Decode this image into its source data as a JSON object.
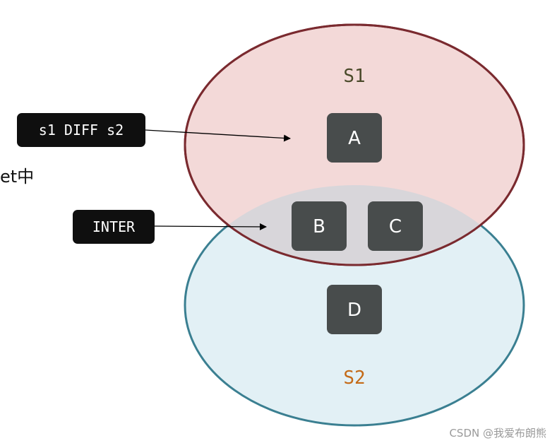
{
  "side_text": "et中",
  "watermark": "CSDN @我爱布朗熊",
  "sets": [
    {
      "name": "S1",
      "fill": "#f3d9d8",
      "stroke": "#7a2a2f",
      "title_color": "#4a4a2a"
    },
    {
      "name": "S2",
      "fill": "#e2f0f5",
      "stroke": "#3a7f91",
      "title_color": "#c46a17"
    }
  ],
  "overlap_fill": "#d8d6da",
  "element_box_color": "#484c4c",
  "elements": [
    "A",
    "B",
    "C",
    "D"
  ],
  "commands": [
    {
      "label": "s1 DIFF s2"
    },
    {
      "label": "INTER"
    }
  ]
}
